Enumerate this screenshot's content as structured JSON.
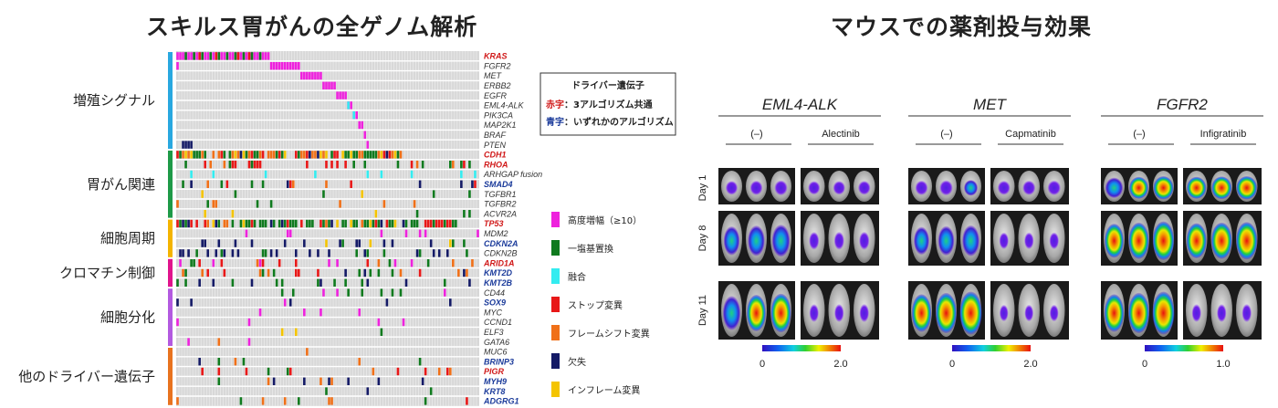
{
  "left": {
    "title": "スキルス胃がんの全ゲノム解析",
    "groups": [
      {
        "label": "増殖シグナル",
        "color": "#29a8e0"
      },
      {
        "label": "胃がん関連",
        "color": "#1e9a48"
      },
      {
        "label": "細胞周期",
        "color": "#f4b400"
      },
      {
        "label": "クロマチン制御",
        "color": "#e0148c"
      },
      {
        "label": "細胞分化",
        "color": "#b35ae0"
      },
      {
        "label": "他のドライバー遺伝子",
        "color": "#e8731f"
      }
    ],
    "genes": [
      {
        "name": "KRAS",
        "style": "red"
      },
      {
        "name": "FGFR2",
        "style": "normal"
      },
      {
        "name": "MET",
        "style": "normal"
      },
      {
        "name": "ERBB2",
        "style": "normal"
      },
      {
        "name": "EGFR",
        "style": "normal"
      },
      {
        "name": "EML4-ALK",
        "style": "normal"
      },
      {
        "name": "PIK3CA",
        "style": "normal"
      },
      {
        "name": "MAP2K1",
        "style": "normal"
      },
      {
        "name": "BRAF",
        "style": "normal"
      },
      {
        "name": "PTEN",
        "style": "normal"
      },
      {
        "name": "CDH1",
        "style": "red"
      },
      {
        "name": "RHOA",
        "style": "red"
      },
      {
        "name": "ARHGAP fusion",
        "style": "plain"
      },
      {
        "name": "SMAD4",
        "style": "blue"
      },
      {
        "name": "TGFBR1",
        "style": "normal"
      },
      {
        "name": "TGFBR2",
        "style": "normal"
      },
      {
        "name": "ACVR2A",
        "style": "normal"
      },
      {
        "name": "TP53",
        "style": "red"
      },
      {
        "name": "MDM2",
        "style": "normal"
      },
      {
        "name": "CDKN2A",
        "style": "blue"
      },
      {
        "name": "CDKN2B",
        "style": "normal"
      },
      {
        "name": "ARID1A",
        "style": "red"
      },
      {
        "name": "KMT2D",
        "style": "blue"
      },
      {
        "name": "KMT2B",
        "style": "blue"
      },
      {
        "name": "CD44",
        "style": "normal"
      },
      {
        "name": "SOX9",
        "style": "blue"
      },
      {
        "name": "MYC",
        "style": "normal"
      },
      {
        "name": "CCND1",
        "style": "normal"
      },
      {
        "name": "ELF3",
        "style": "normal"
      },
      {
        "name": "GATA6",
        "style": "normal"
      },
      {
        "name": "MUC6",
        "style": "normal"
      },
      {
        "name": "BRINP3",
        "style": "blue"
      },
      {
        "name": "PIGR",
        "style": "red"
      },
      {
        "name": "MYH9",
        "style": "blue"
      },
      {
        "name": "KRT8",
        "style": "blue"
      },
      {
        "name": "ADGRG1",
        "style": "blue"
      }
    ],
    "driver_box": {
      "title": "ドライバー遺伝子",
      "red_key": "赤字",
      "red_text": "：3アルゴリズム共通",
      "blue_key": "青字",
      "blue_text": "：いずれかのアルゴリズム"
    },
    "legend": [
      {
        "label": "高度増幅（≥10）",
        "color": "#ee22dd"
      },
      {
        "label": "一塩基置換",
        "color": "#0f7a1e"
      },
      {
        "label": "融合",
        "color": "#33ecf0"
      },
      {
        "label": "ストップ変異",
        "color": "#e81818"
      },
      {
        "label": "フレームシフト変異",
        "color": "#f07018"
      },
      {
        "label": "欠失",
        "color": "#141a66"
      },
      {
        "label": "インフレーム変異",
        "color": "#f4c400"
      }
    ],
    "colors": {
      "background_cell": "#d8d8d8",
      "red_text": "#d01818",
      "blue_text": "#1a3a9a"
    }
  },
  "right": {
    "title": "マウスでの薬剤投与効果",
    "days": [
      "Day 1",
      "Day 8",
      "Day 11"
    ],
    "panels": [
      {
        "gene": "EML4-ALK",
        "control": "(–)",
        "drug": "Alectinib",
        "control_levels": [
          0.35,
          0.7,
          0.85
        ],
        "drug_levels": [
          0.3,
          0.15,
          0.1
        ],
        "scale": [
          "0",
          "2.0"
        ]
      },
      {
        "gene": "MET",
        "control": "(–)",
        "drug": "Capmatinib",
        "control_levels": [
          0.4,
          0.65,
          1.0
        ],
        "drug_levels": [
          0.35,
          0.1,
          0.05
        ],
        "scale": [
          "0",
          "2.0"
        ]
      },
      {
        "gene": "FGFR2",
        "control": "(–)",
        "drug": "Infigratinib",
        "control_levels": [
          0.85,
          0.95,
          1.0
        ],
        "drug_levels": [
          0.9,
          0.95,
          0.1
        ],
        "scale": [
          "0",
          "1.0"
        ]
      }
    ]
  }
}
